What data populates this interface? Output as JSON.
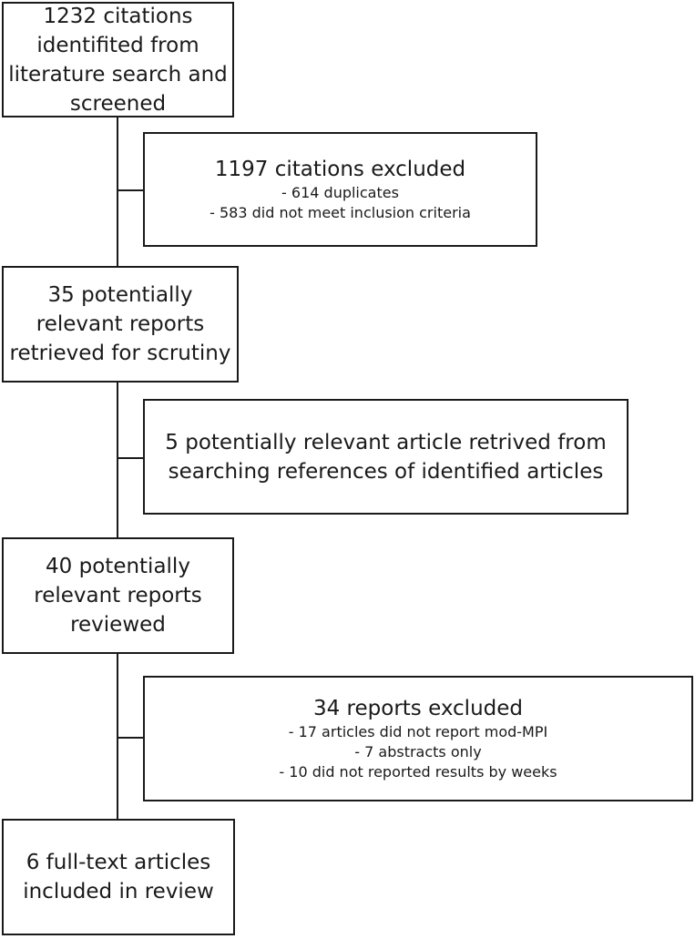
{
  "flowchart": {
    "box1": {
      "text": "1232 citations\nidentifited from\nliterature search and\nscreened"
    },
    "exclusion1": {
      "title": "1197 citations excluded",
      "details": "- 614 duplicates\n- 583 did not meet inclusion criteria"
    },
    "box2": {
      "text": "35 potentially\nrelevant reports\nretrieved for scrutiny"
    },
    "addition1": {
      "text": "5 potentially relevant article retrived from\nsearching references of identified articles"
    },
    "box3": {
      "text": "40 potentially\nrelevant reports\nreviewed"
    },
    "exclusion2": {
      "title": "34 reports excluded",
      "details": "- 17 articles did not report mod-MPI\n- 7 abstracts only\n- 10 did not reported results by weeks"
    },
    "box4": {
      "text": "6 full-text articles\nincluded in review"
    }
  }
}
